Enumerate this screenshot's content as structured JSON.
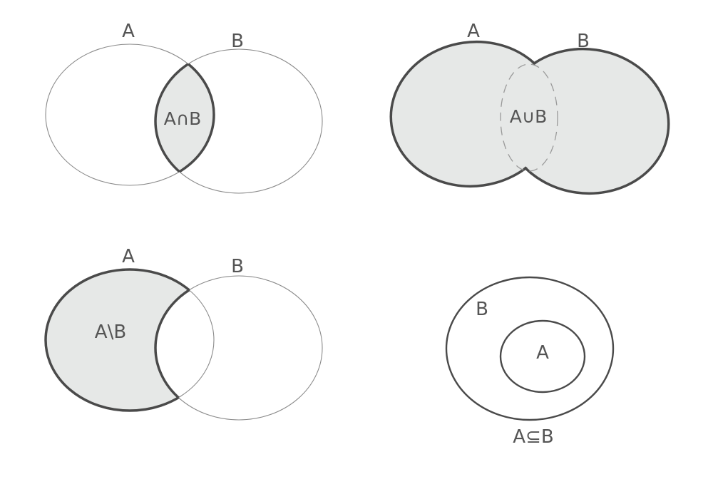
{
  "colors": {
    "fill": "#e6e8e7",
    "stroke": "#4a4a4a",
    "thin": "#8a8a8a",
    "text": "#555555"
  },
  "intersection": {
    "label_a": "A",
    "label_b": "B",
    "center": "A∩B"
  },
  "union": {
    "label_a": "A",
    "label_b": "B",
    "center": "A∪B"
  },
  "difference": {
    "label_a": "A",
    "label_b": "B",
    "center": "A\\B"
  },
  "subset": {
    "label_a": "A",
    "label_b": "B",
    "caption": "A⊆B"
  }
}
